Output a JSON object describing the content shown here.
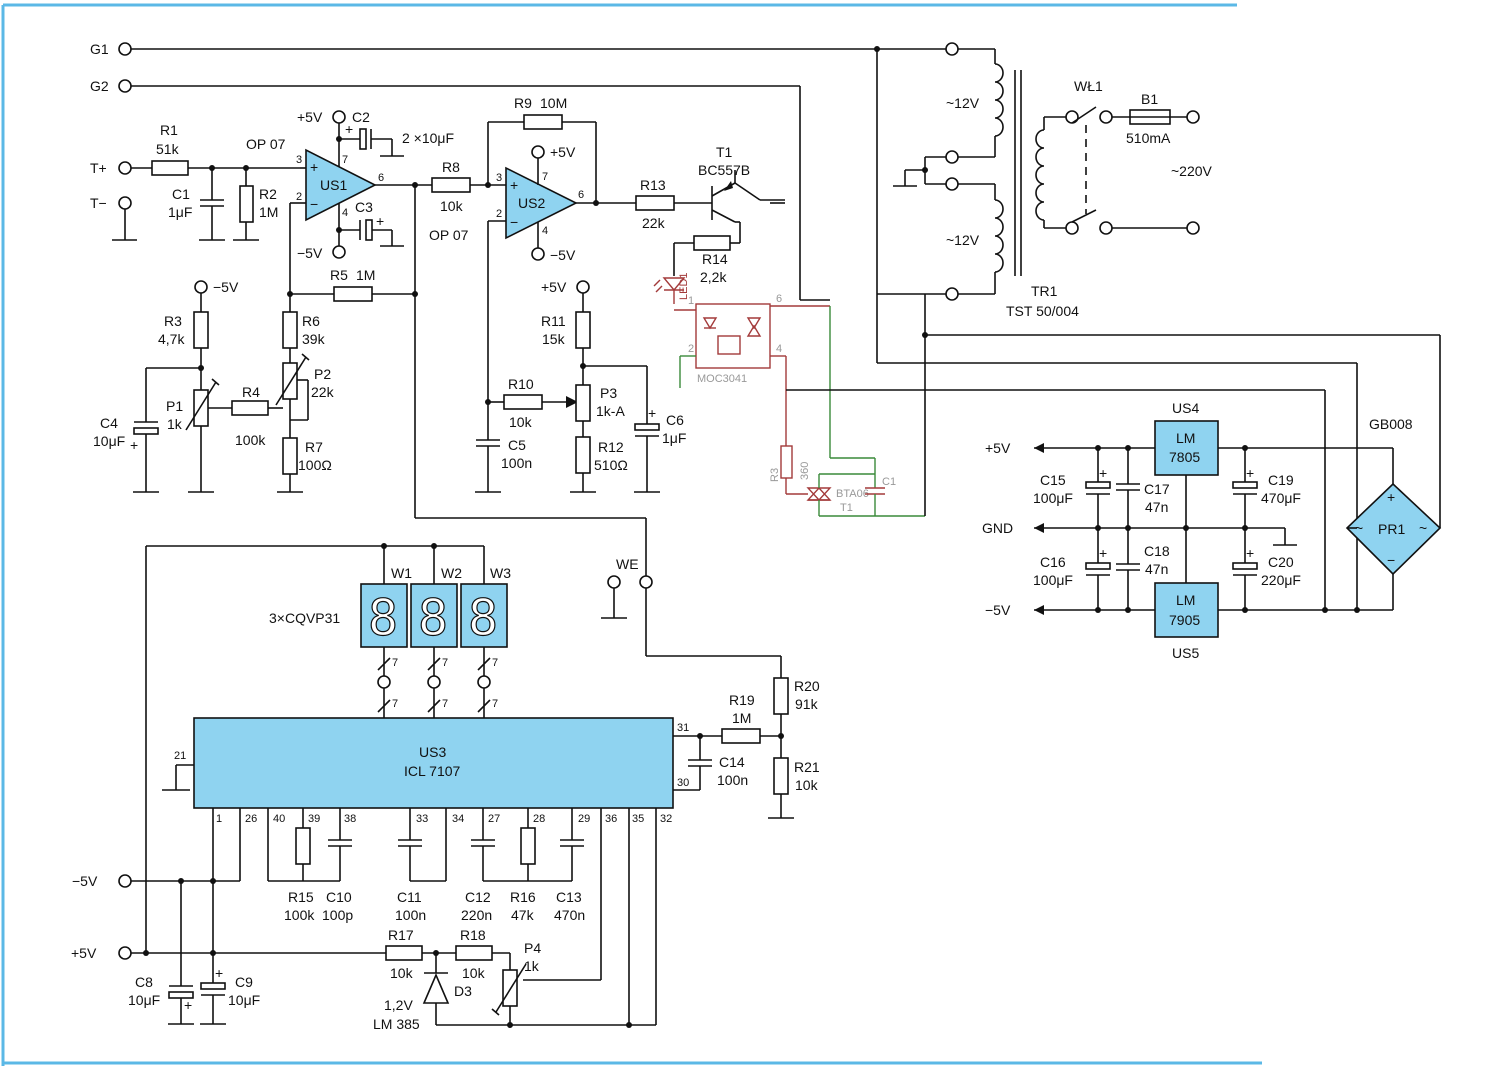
{
  "terminals": {
    "g1": "G1",
    "g2": "G2",
    "t_plus": "T+",
    "t_minus": "T−",
    "we": "WE",
    "m5v_left": "−5V",
    "p5v_left": "+5V",
    "p5v_reg": "+5V",
    "gnd_reg": "GND",
    "m5v_reg": "−5V",
    "mains": "~220V"
  },
  "opamps": {
    "us1": {
      "ref": "US1",
      "type": "OP 07"
    },
    "us2": {
      "ref": "US2",
      "type": "OP 07"
    }
  },
  "rails": {
    "p5v": "+5V",
    "m5v": "−5V"
  },
  "resistors": {
    "r1": {
      "ref": "R1",
      "val": "51k"
    },
    "r2": {
      "ref": "R2",
      "val": "1M"
    },
    "r3": {
      "ref": "R3",
      "val": "4,7k"
    },
    "r4": {
      "ref": "R4",
      "val": "100k"
    },
    "r5": {
      "ref": "R5",
      "val": "1M"
    },
    "r6": {
      "ref": "R6",
      "val": "39k"
    },
    "r7": {
      "ref": "R7",
      "val": "100Ω"
    },
    "r8": {
      "ref": "R8",
      "val": "10k"
    },
    "r9": {
      "ref": "R9",
      "val": "10M"
    },
    "r10": {
      "ref": "R10",
      "val": "10k"
    },
    "r11": {
      "ref": "R11",
      "val": "15k"
    },
    "r12": {
      "ref": "R12",
      "val": "510Ω"
    },
    "r13": {
      "ref": "R13",
      "val": "22k"
    },
    "r14": {
      "ref": "R14",
      "val": "2,2k"
    },
    "r15": {
      "ref": "R15",
      "val": "100k"
    },
    "r16": {
      "ref": "R16",
      "val": "47k"
    },
    "r17": {
      "ref": "R17",
      "val": "10k"
    },
    "r18": {
      "ref": "R18",
      "val": "10k"
    },
    "r19": {
      "ref": "R19",
      "val": "1M"
    },
    "r20": {
      "ref": "R20",
      "val": "91k"
    },
    "r21": {
      "ref": "R21",
      "val": "10k"
    }
  },
  "pots": {
    "p1": {
      "ref": "P1",
      "val": "1k"
    },
    "p2": {
      "ref": "P2",
      "val": "22k"
    },
    "p3": {
      "ref": "P3",
      "val": "1k-A"
    },
    "p4": {
      "ref": "P4",
      "val": "1k"
    }
  },
  "capacitors": {
    "c1": {
      "ref": "C1",
      "val": "1μF"
    },
    "c2": {
      "ref": "C2",
      "val": "2 ×10μF"
    },
    "c3": {
      "ref": "C3"
    },
    "c4": {
      "ref": "C4",
      "val": "10μF"
    },
    "c5": {
      "ref": "C5",
      "val": "100n"
    },
    "c6": {
      "ref": "C6",
      "val": "1μF"
    },
    "c8": {
      "ref": "C8",
      "val": "10μF"
    },
    "c9": {
      "ref": "C9",
      "val": "10μF"
    },
    "c10": {
      "ref": "C10",
      "val": "100p"
    },
    "c11": {
      "ref": "C11",
      "val": "100n"
    },
    "c12": {
      "ref": "C12",
      "val": "220n"
    },
    "c13": {
      "ref": "C13",
      "val": "470n"
    },
    "c14": {
      "ref": "C14",
      "val": "100n"
    },
    "c15": {
      "ref": "C15",
      "val": "100μF"
    },
    "c16": {
      "ref": "C16",
      "val": "100μF"
    },
    "c17": {
      "ref": "C17",
      "val": "47n"
    },
    "c18": {
      "ref": "C18",
      "val": "47n"
    },
    "c19": {
      "ref": "C19",
      "val": "470μF"
    },
    "c20": {
      "ref": "C20",
      "val": "220μF"
    }
  },
  "transistor": {
    "ref": "T1",
    "type": "BC557B"
  },
  "transformer": {
    "ref": "TR1",
    "type": "TST 50/004",
    "sec": "~12V"
  },
  "switch": {
    "ref": "WŁ1"
  },
  "fuse": {
    "ref": "B1",
    "val": "510mA"
  },
  "regulators": {
    "us4": {
      "ref": "US4",
      "chip": "LM",
      "num": "7805"
    },
    "us5": {
      "ref": "US5",
      "chip": "LM",
      "num": "7905"
    }
  },
  "bridge": {
    "ref": "PR1",
    "type": "GB008"
  },
  "adc": {
    "ref": "US3",
    "type": "ICL 7107"
  },
  "displays": {
    "w1": "W1",
    "w2": "W2",
    "w3": "W3",
    "type": "3×CQVP31"
  },
  "zener": {
    "ref": "D3",
    "val": "1,2V",
    "type": "LM 385"
  },
  "overlay": {
    "led": "LED1",
    "opto": "MOC3041",
    "triac": "BTA06",
    "triac_ref": "T1",
    "r": "R3",
    "r_val": "360",
    "cap": "C1"
  },
  "adc_pins": [
    "21",
    "1",
    "26",
    "40",
    "39",
    "38",
    "33",
    "34",
    "27",
    "28",
    "29",
    "36",
    "35",
    "32",
    "31",
    "30"
  ],
  "opamp_pins": [
    "3",
    "2",
    "7",
    "4",
    "6"
  ],
  "bus_count": "7"
}
